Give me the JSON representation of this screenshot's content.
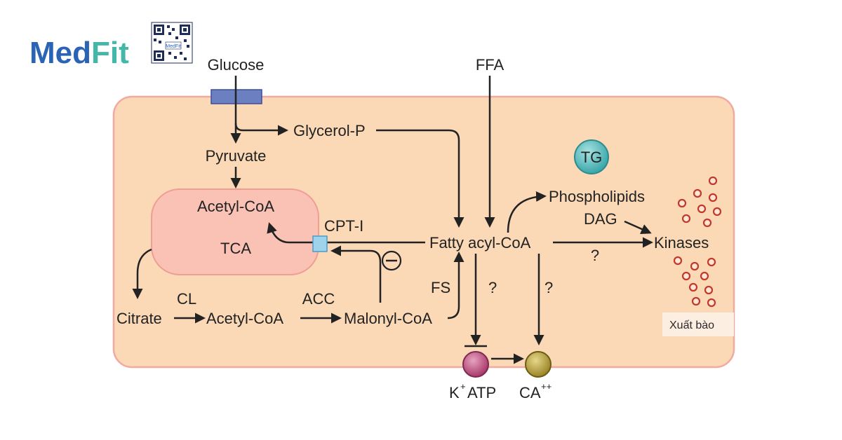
{
  "logo": {
    "text_main": "Med",
    "text_accent": "Fit",
    "qr_caption": "MedFit"
  },
  "colors": {
    "cell": "#fbd9b6",
    "cell_border": "#f2a9a0",
    "mito": "#f9c2b4",
    "transporter": "#6b7fc1",
    "cpt": "#9fd3ec",
    "tg": "#6ac6c7",
    "vesicle": "#c0392b",
    "katp": "#c85a86",
    "ca": "#c3ac3c",
    "logo_blue": "#2b64b5",
    "logo_green": "#44b7a9"
  },
  "labels": {
    "glucose": "Glucose",
    "ffa": "FFA",
    "glycerol_p": "Glycerol-P",
    "pyruvate": "Pyruvate",
    "acetyl_coa_mito": "Acetyl-CoA",
    "tca": "TCA",
    "cpt_i": "CPT-I",
    "fatty_acyl_coa": "Fatty acyl-CoA",
    "tg": "TG",
    "phospholipids": "Phospholipids",
    "dag": "DAG",
    "kinases": "Kinases",
    "question": "?",
    "inhibit": "⊖",
    "citrate": "Citrate",
    "cl": "CL",
    "acetyl_coa": "Acetyl-CoA",
    "acc": "ACC",
    "malonyl_coa": "Malonyl-CoA",
    "fs": "FS",
    "katp_k": "K",
    "katp_plus": "+",
    "katp_atp": "ATP",
    "ca_text": "CA",
    "ca_plus": "++",
    "xuat_bao": "Xuất bào"
  }
}
